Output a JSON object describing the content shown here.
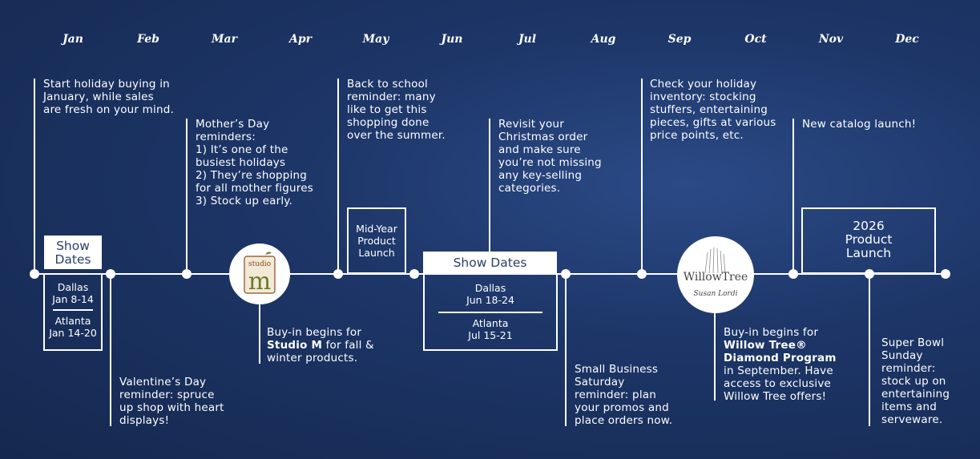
{
  "months": [
    "Jan",
    "Feb",
    "Mar",
    "Apr",
    "May",
    "Jun",
    "Jul",
    "Aug",
    "Sep",
    "Oct",
    "Nov",
    "Dec"
  ],
  "show_dates_jan": {
    "title": "Show\nDates",
    "city1": "Dallas",
    "dates1": "Jan 8-14",
    "city2": "Atlanta",
    "dates2": "Jan 14-20"
  },
  "show_dates_jun": {
    "title": "Show Dates",
    "city1": "Dallas",
    "dates1": "Jun 18-24",
    "city2": "Atlanta",
    "dates2": "Jul 15-21"
  },
  "mid_year_launch": "Mid-Year\nProduct\nLaunch",
  "product_launch_2026": "2026\nProduct\nLaunch",
  "notes": {
    "jan": "Start holiday buying in\nJanuary, while sales\nare fresh on your mind.",
    "feb": "Valentine’s Day\nreminder: spruce\nup shop with heart\ndisplays!",
    "mar": "Mother’s Day\nreminders:\n1) It’s one of the\nbusiest holidays\n2) They’re shopping\nfor all mother figures\n3) Stock up early.",
    "apr_pre": "Buy-in begins for",
    "apr_bold": "Studio M",
    "apr_post": " for fall &\nwinter products.",
    "may": "Back to school\nreminder: many\nlike to get this\nshopping done\nover the summer.",
    "jul": "Revisit your\nChristmas order\nand make sure\nyou’re not missing\nany key-selling\ncategories.",
    "aug": "Small Business\nSaturday\nreminder: plan\nyour promos and\nplace orders now.",
    "sep": "Check your holiday\ninventory: stocking\nstuffers, entertaining\npieces, gifts at various\nprice points, etc.",
    "sep_buyin_pre": "Buy-in begins for",
    "sep_buyin_bold": "Willow Tree® Diamond Program",
    "sep_buyin_post": "in September. Have\naccess to exclusive\nWillow Tree offers!",
    "oct": "New catalog launch!",
    "dec": "Super Bowl\nSunday\nreminder:\nstock up on\nentertaining\nitems and\nserveware."
  },
  "logos": {
    "studio_m": "studio",
    "studio_m_letter": "m",
    "willow_tree": "WillowTree",
    "willow_signature": "Susan Lordi"
  },
  "colors": {
    "background": "#1d3668",
    "foreground": "#ffffff",
    "box_text": "#2a3f6a",
    "studio_m_green": "#6b7a2a",
    "studio_m_brown": "#8a4b1e"
  }
}
